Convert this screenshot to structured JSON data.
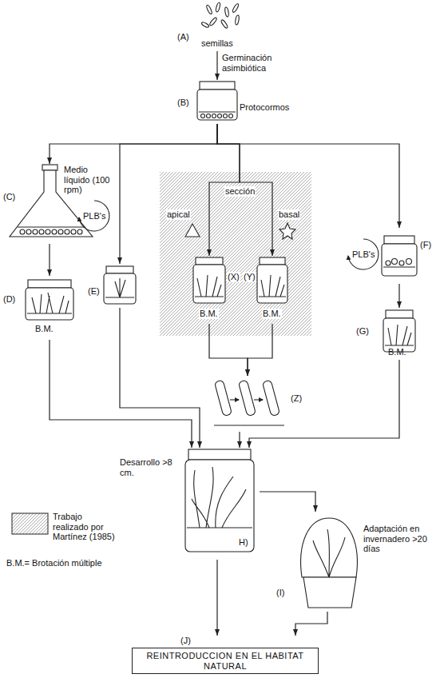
{
  "diagram": {
    "nodes": [
      {
        "text": [
          "(A)",
          "semillas"
        ]
      },
      {
        "text": [
          "(B)",
          "Protocormos"
        ]
      },
      {
        "text": [
          "(C)",
          "Medio líquido (100 rpm)",
          "PLB's"
        ]
      },
      {
        "text": [
          "(D)",
          "B.M."
        ]
      },
      {
        "text": [
          "(E)"
        ]
      },
      {
        "text": [
          "sección",
          "apical",
          "basal"
        ]
      },
      {
        "text": [
          "(X)",
          "B.M."
        ],
        "in": 5
      },
      {
        "text": [
          "(Y)",
          "B.M."
        ],
        "in": 5
      },
      {
        "text": [
          "(Z)"
        ]
      },
      {
        "text": [
          "PLB's",
          "(F)"
        ]
      },
      {
        "text": [
          "(G)",
          "B.M."
        ]
      },
      {
        "text": [
          "Desarrollo >8 cm.",
          "H)"
        ]
      },
      {
        "text": [
          "Adaptación en invernadero >20 días",
          "(I)"
        ]
      },
      {
        "text": [
          "(J)",
          "REINTRODUCCION EN EL HABITAT NATURAL"
        ]
      }
    ],
    "edges": [
      {
        "from": 0,
        "to": 1,
        "label": "Germinación asimbiótica",
        "arrow": "to"
      },
      {
        "from": 1,
        "to": 2,
        "arrow": "to"
      },
      {
        "from": 1,
        "to": 4,
        "arrow": "to"
      },
      {
        "from": 1,
        "to": 6,
        "arrow": "to"
      },
      {
        "from": 1,
        "to": 7,
        "arrow": "to"
      },
      {
        "from": 1,
        "to": 9,
        "arrow": "to"
      },
      {
        "from": 2,
        "to": 3,
        "arrow": "to"
      },
      {
        "from": 9,
        "to": 10,
        "arrow": "to"
      },
      {
        "from": 6,
        "to": 8,
        "arrow": "to"
      },
      {
        "from": 7,
        "to": 8,
        "arrow": "to"
      },
      {
        "from": 3,
        "to": 11,
        "arrow": "to"
      },
      {
        "from": 4,
        "to": 11,
        "arrow": "to"
      },
      {
        "from": 8,
        "to": 11,
        "arrow": "to"
      },
      {
        "from": 10,
        "to": 11,
        "arrow": "to"
      },
      {
        "from": 11,
        "to": 12,
        "arrow": "to"
      },
      {
        "from": 11,
        "to": 13,
        "arrow": "to"
      },
      {
        "from": 12,
        "to": 13,
        "arrow": "to"
      }
    ],
    "labels": [
      "B.M.= Brotación múltiple"
    ],
    "legend": [
      {
        "text": "Trabajo realizado por Martínez (1985)"
      }
    ]
  }
}
